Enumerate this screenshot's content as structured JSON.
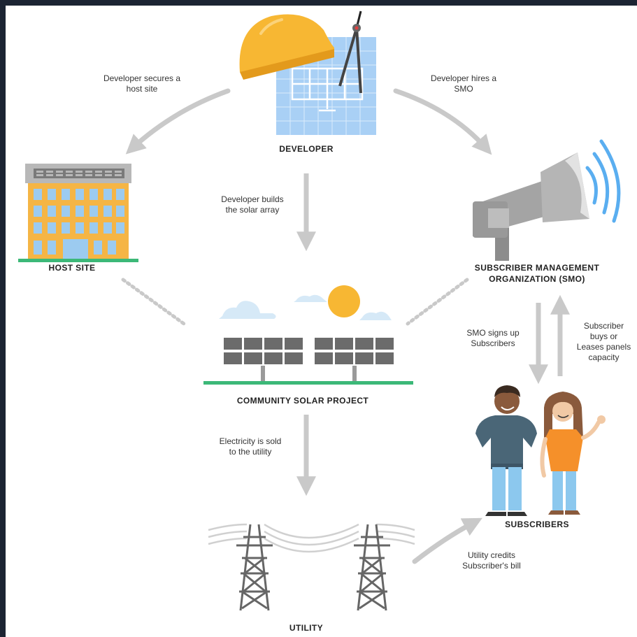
{
  "nodes": {
    "developer": "DEVELOPER",
    "host_site": "HOST SITE",
    "smo": "SUBSCRIBER MANAGEMENT\nORGANIZATION (SMO)",
    "project": "COMMUNITY SOLAR PROJECT",
    "subscribers": "SUBSCRIBERS",
    "utility": "UTILITY"
  },
  "edges": {
    "secures_host": "Developer secures a\nhost site",
    "hires_smo": "Developer hires a\nSMO",
    "builds_array": "Developer builds\nthe solar array",
    "signs_up": "SMO signs up\nSubscribers",
    "buys_leases": "Subscriber\nbuys or\nLeases panels\ncapacity",
    "sold_utility": "Electricity is sold\nto the utility",
    "credits_bill": "Utility credits\nSubscriber's bill"
  },
  "colors": {
    "arrow": "#c9c9c9",
    "helmet": "#f7b733",
    "panel_blue": "#a9d0f5",
    "building": "#f5b545",
    "window": "#9ccbf0",
    "ground": "#3cb878",
    "sun": "#f7b733",
    "cloud": "#d6e9f7",
    "panel_gray": "#6b6b6b",
    "megaphone": "#9a9a9a",
    "waves": "#5aaef0",
    "person_blue": "#4a6677",
    "person_orange": "#f5902a",
    "jeans": "#8cc8ee",
    "tower": "#666666"
  }
}
